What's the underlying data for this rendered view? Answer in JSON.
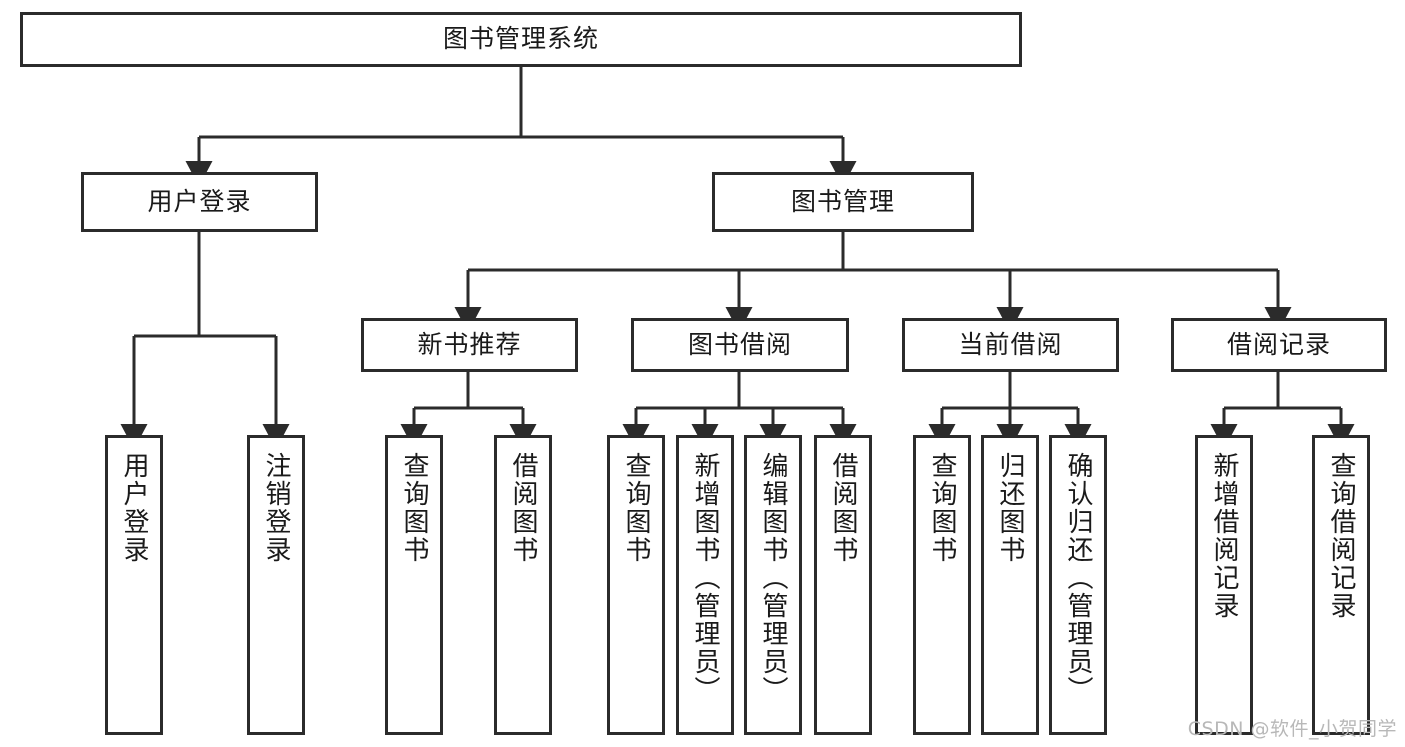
{
  "diagram": {
    "title": "图书管理系统",
    "watermark": "CSDN @软件_小贺同学",
    "colors": {
      "stroke": "#2b2b2b",
      "fill": "#ffffff",
      "text": "#1a1a1a",
      "watermark": "#b8b8b8"
    },
    "nodes": {
      "root": {
        "label": "图书管理系统"
      },
      "user_login": {
        "label": "用户登录"
      },
      "book_manage": {
        "label": "图书管理"
      },
      "new_book_rec": {
        "label": "新书推荐"
      },
      "book_borrow": {
        "label": "图书借阅"
      },
      "current_borrow": {
        "label": "当前借阅"
      },
      "borrow_record": {
        "label": "借阅记录"
      },
      "leaf_user_login": {
        "label": "用户登录"
      },
      "leaf_logout": {
        "label": "注销登录"
      },
      "leaf_query_book_1": {
        "label": "查询图书"
      },
      "leaf_borrow_book_1": {
        "label": "借阅图书"
      },
      "leaf_query_book_2": {
        "label": "查询图书"
      },
      "leaf_add_book": {
        "label": "新增图书（管理员）"
      },
      "leaf_edit_book": {
        "label": "编辑图书（管理员）"
      },
      "leaf_borrow_book_2": {
        "label": "借阅图书"
      },
      "leaf_query_book_3": {
        "label": "查询图书"
      },
      "leaf_return_book": {
        "label": "归还图书"
      },
      "leaf_confirm_return": {
        "label": "确认归还（管理员）"
      },
      "leaf_add_record": {
        "label": "新增借阅记录"
      },
      "leaf_query_record": {
        "label": "查询借阅记录"
      }
    }
  }
}
